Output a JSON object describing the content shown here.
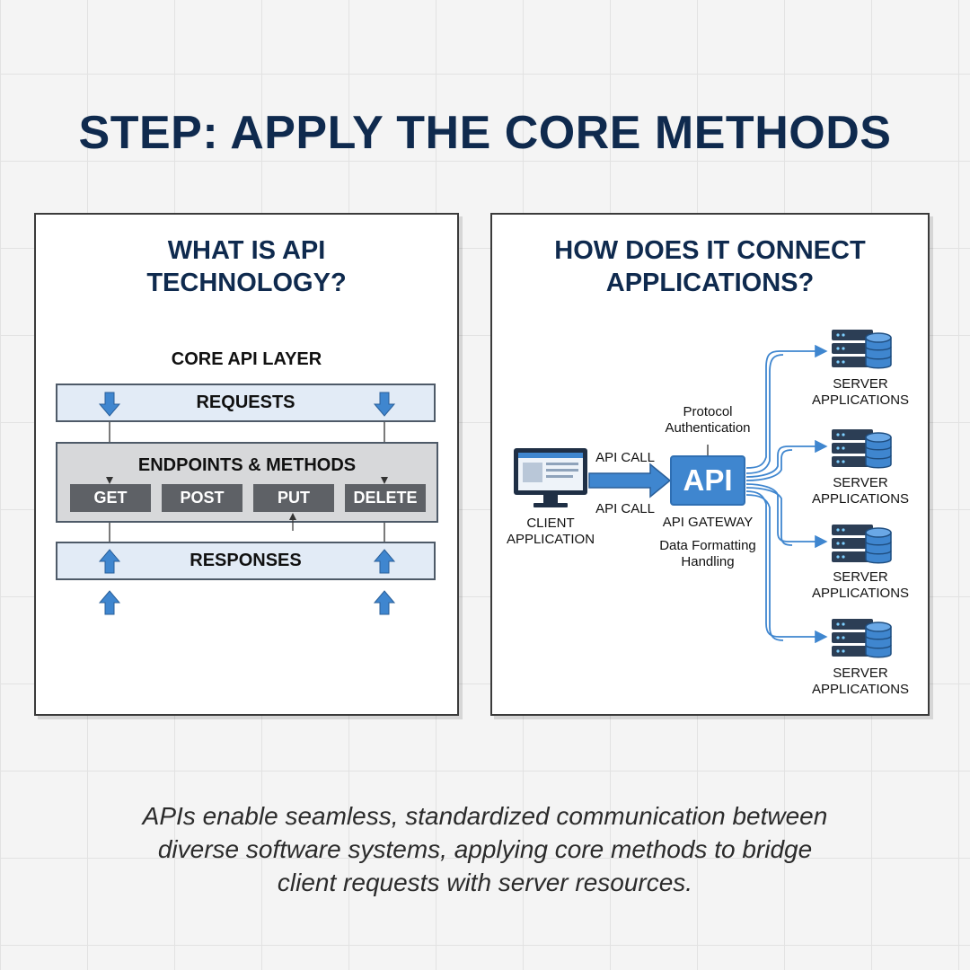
{
  "title": "STEP: APPLY THE CORE METHODS",
  "left_panel": {
    "title": "WHAT IS API\nTECHNOLOGY?",
    "layer_label": "CORE API LAYER",
    "requests": "REQUESTS",
    "endpoints": "ENDPOINTS & METHODS",
    "methods": [
      "GET",
      "POST",
      "PUT",
      "DELETE"
    ],
    "responses": "RESPONSES"
  },
  "right_panel": {
    "title": "HOW DOES IT CONNECT\nAPPLICATIONS?",
    "protocol": "Protocol\nAuthentication",
    "api_call_top": "API CALL",
    "api_call_bottom": "API CALL",
    "api": "API",
    "api_gateway": "API GATEWAY",
    "data_formatting": "Data Formatting\nHandling",
    "client": "CLIENT\nAPPLICATION",
    "servers": [
      "SERVER\nAPPLICATIONS",
      "SERVER\nAPPLICATIONS",
      "SERVER\nAPPLICATIONS",
      "SERVER\nAPPLICATIONS"
    ]
  },
  "caption": "APIs enable seamless, standardized communication between\ndiverse software systems, applying core methods to bridge\nclient requests with server resources.",
  "colors": {
    "navy": "#0f2a4e",
    "accent_blue": "#3f86cf",
    "light_blue": "#e2ebf6",
    "method_gray": "#5e6166"
  },
  "icons": [
    "down-arrow-icon",
    "up-arrow-icon",
    "monitor-icon",
    "server-database-icon"
  ]
}
